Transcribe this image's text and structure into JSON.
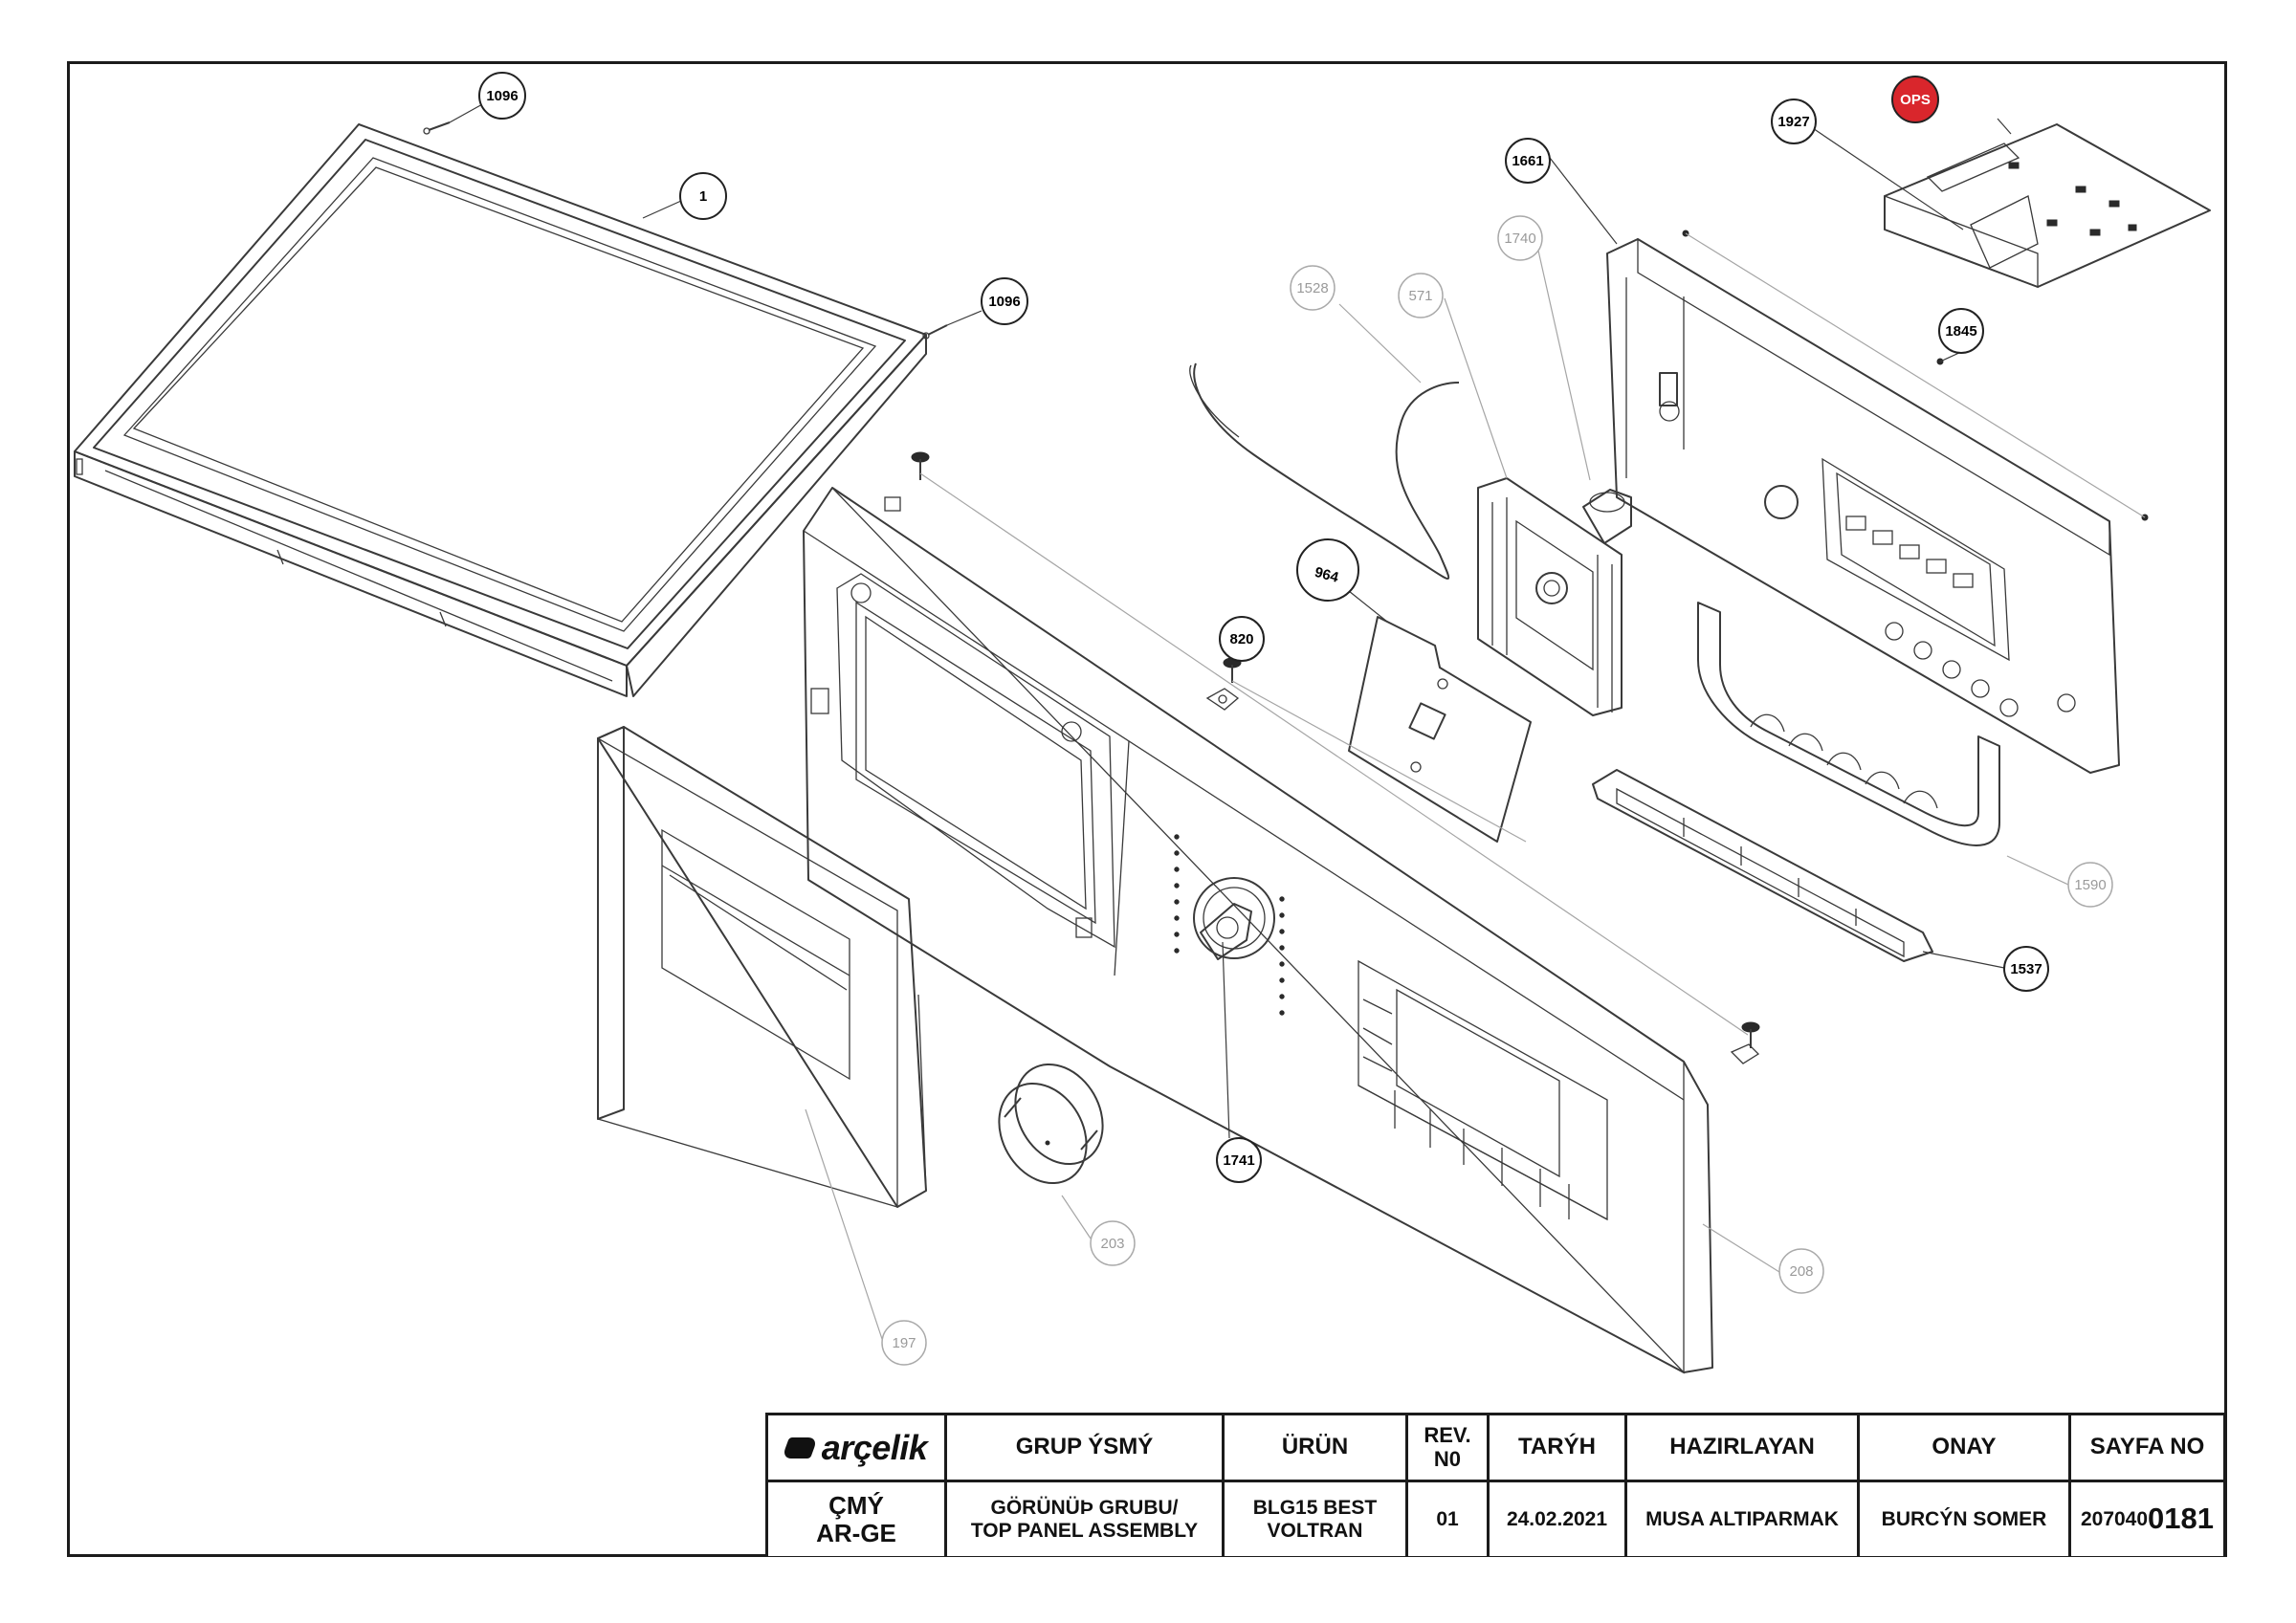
{
  "title_block": {
    "logo": "arçelik",
    "headers": {
      "group_name": "GRUP ÝSMÝ",
      "product": "ÜRÜN",
      "revision": "REV.\nN0",
      "date": "TARÝH",
      "prepared_by": "HAZIRLAYAN",
      "approved_by": "ONAY",
      "page_no": "SAYFA NO"
    },
    "values": {
      "department": "ÇMÝ\nAR-GE",
      "group_name": "GÖRÜNÜÞ GRUBU/\nTOP PANEL ASSEMBLY",
      "product": "BLG15 BEST\nVOLTRAN",
      "revision": "01",
      "date": "24.02.2021",
      "prepared_by": "MUSA ALTIPARMAK",
      "approved_by": "BURCÝN SOMER",
      "page_no_prefix": "207040",
      "page_no_suffix": "0181"
    }
  },
  "callouts": {
    "c1096a": "1096",
    "c1": "1",
    "c1096b": "1096",
    "c1927": "1927",
    "cOPS": "OPS",
    "c1661": "1661",
    "c1740": "1740",
    "c1528": "1528",
    "c571": "571",
    "c1845": "1845",
    "c964": "964",
    "c820": "820",
    "c1590": "1590",
    "c1537": "1537",
    "c1741": "1741",
    "c203": "203",
    "c208": "208",
    "c197": "197"
  },
  "colors": {
    "line": "#3a3a3a",
    "leader_light": "#9a9a9a",
    "ops_badge": "#d9262c"
  }
}
